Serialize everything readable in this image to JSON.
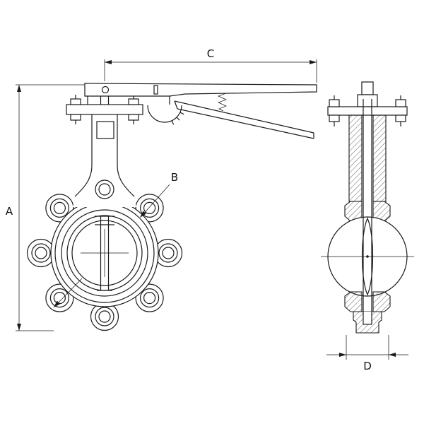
{
  "drawing": {
    "title": "Butterfly valve technical drawing (front view and side sectional view)",
    "views": {
      "front_view": "front-view",
      "side_view": "side-view"
    },
    "dimension_labels": {
      "A": "A",
      "B": "B",
      "C": "C",
      "D": "D"
    },
    "colors": {
      "line": "#1a1a1a",
      "background": "#ffffff"
    }
  }
}
